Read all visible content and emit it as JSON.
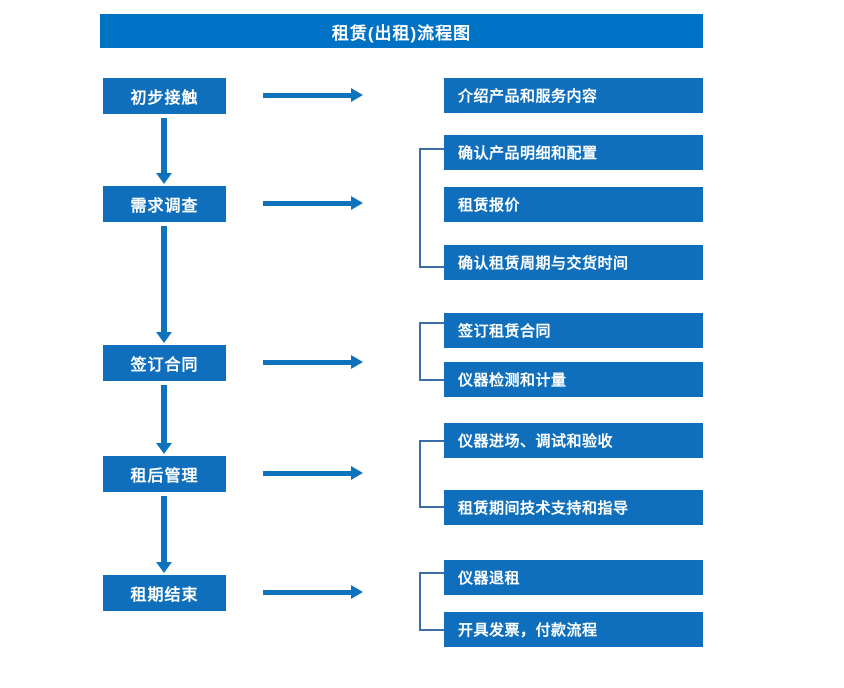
{
  "title": "租赁(出租)流程图",
  "colors": {
    "title_bar": "#0072c6",
    "box_fill": "#0f6fbd",
    "arrow": "#0f72bd",
    "bracket": "#3a6ea8",
    "text": "#ffffff",
    "background": "#ffffff"
  },
  "stages": [
    {
      "label": "初步接触"
    },
    {
      "label": "需求调查"
    },
    {
      "label": "签订合同"
    },
    {
      "label": "租后管理"
    },
    {
      "label": "租期结束"
    }
  ],
  "details": [
    {
      "label": "介绍产品和服务内容"
    },
    {
      "label": "确认产品明细和配置"
    },
    {
      "label": "租赁报价"
    },
    {
      "label": "确认租赁周期与交货时间"
    },
    {
      "label": "签订租赁合同"
    },
    {
      "label": "仪器检测和计量"
    },
    {
      "label": "仪器进场、调试和验收"
    },
    {
      "label": "租赁期间技术支持和指导"
    },
    {
      "label": "仪器退租"
    },
    {
      "label": "开具发票，付款流程"
    }
  ]
}
